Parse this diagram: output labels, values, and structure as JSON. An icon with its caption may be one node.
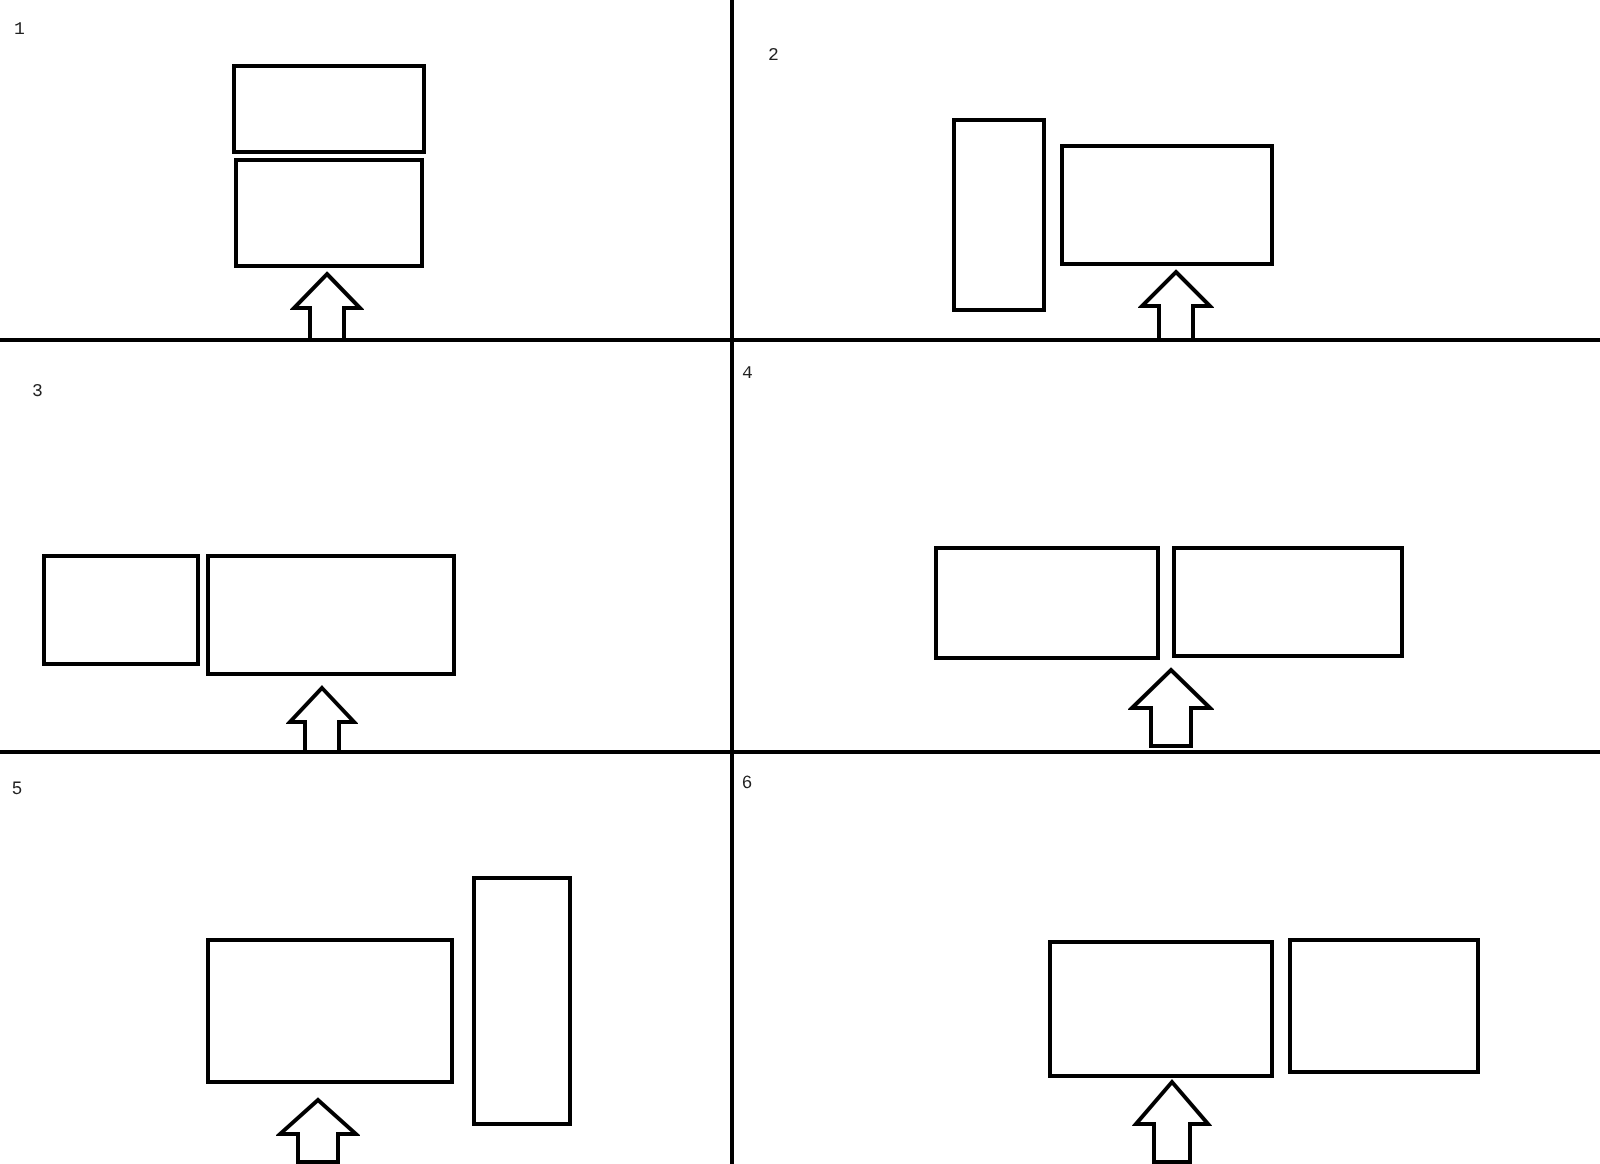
{
  "diagram": {
    "nodes": [
      {
        "text": [
          "1"
        ]
      },
      {
        "text": [],
        "shape": "box",
        "in": 0
      },
      {
        "text": [],
        "shape": "box",
        "in": 0
      },
      {
        "text": [
          "2"
        ]
      },
      {
        "text": [],
        "shape": "box",
        "in": 3
      },
      {
        "text": [],
        "shape": "box",
        "in": 3
      },
      {
        "text": [
          "3"
        ]
      },
      {
        "text": [],
        "shape": "box",
        "in": 6
      },
      {
        "text": [],
        "shape": "box",
        "in": 6
      },
      {
        "text": [
          "4"
        ]
      },
      {
        "text": [],
        "shape": "box",
        "in": 9
      },
      {
        "text": [],
        "shape": "box",
        "in": 9
      },
      {
        "text": [
          "5"
        ]
      },
      {
        "text": [],
        "shape": "box",
        "in": 12
      },
      {
        "text": [],
        "shape": "box",
        "in": 12
      },
      {
        "text": [
          "6"
        ]
      },
      {
        "text": [],
        "shape": "box",
        "in": 15
      },
      {
        "text": [],
        "shape": "box",
        "in": 15
      }
    ],
    "edges": [
      {
        "from": null,
        "to": 2,
        "arrow": "to"
      },
      {
        "from": null,
        "to": 5,
        "arrow": "to"
      },
      {
        "from": null,
        "to": 8,
        "arrow": "to"
      },
      {
        "from": null,
        "to": 10,
        "arrow": "to"
      },
      {
        "from": null,
        "to": 11,
        "arrow": "to"
      },
      {
        "from": null,
        "to": 13,
        "arrow": "to"
      },
      {
        "from": null,
        "to": 16,
        "arrow": "to"
      }
    ]
  }
}
